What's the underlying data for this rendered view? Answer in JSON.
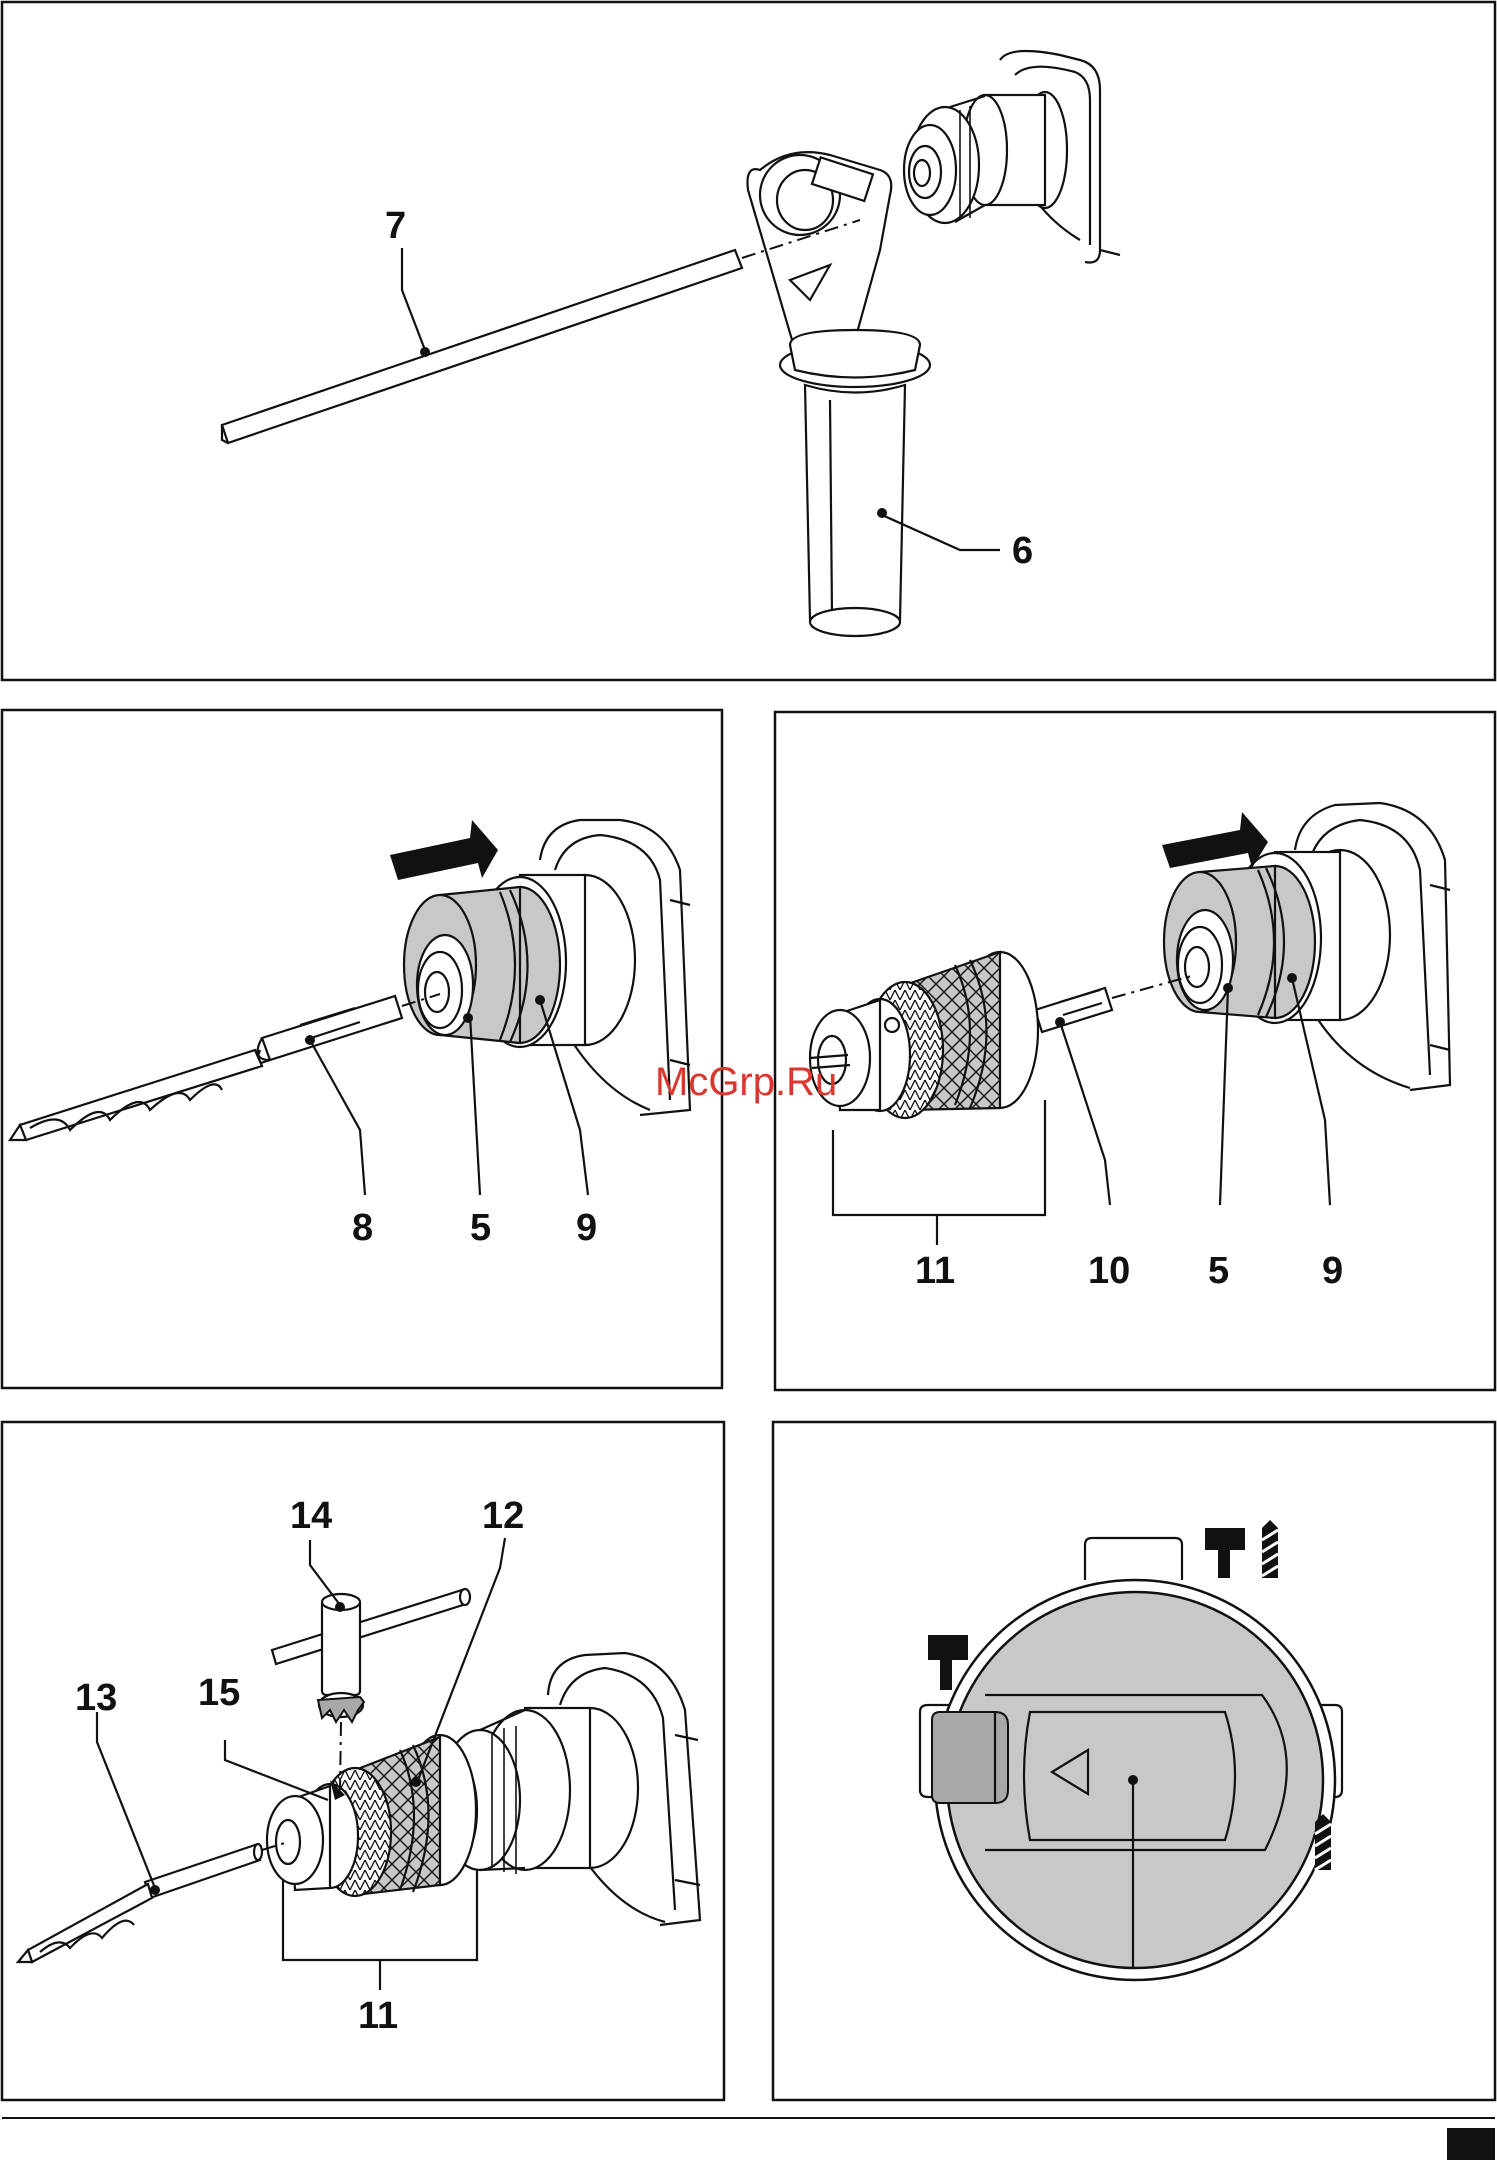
{
  "labels": {
    "p1_7": "7",
    "p1_6": "6",
    "p2_8": "8",
    "p2_5": "5",
    "p2_9": "9",
    "p3_11": "11",
    "p3_10": "10",
    "p3_5": "5",
    "p3_9": "9",
    "p4_14": "14",
    "p4_12": "12",
    "p4_13": "13",
    "p4_15": "15",
    "p4_11": "11"
  },
  "watermark": "McGrp.Ru",
  "icons": {
    "mode_hammer_drill": "hammer-drill-icon",
    "mode_hammer": "hammer-icon",
    "mode_drill": "drill-icon",
    "selector_arrow": "triangle-left-icon"
  },
  "colors": {
    "line": "#111111",
    "fill_grey": "#c8c8c8",
    "fill_dark": "#a9a9a9",
    "watermark": "#d9362e"
  }
}
